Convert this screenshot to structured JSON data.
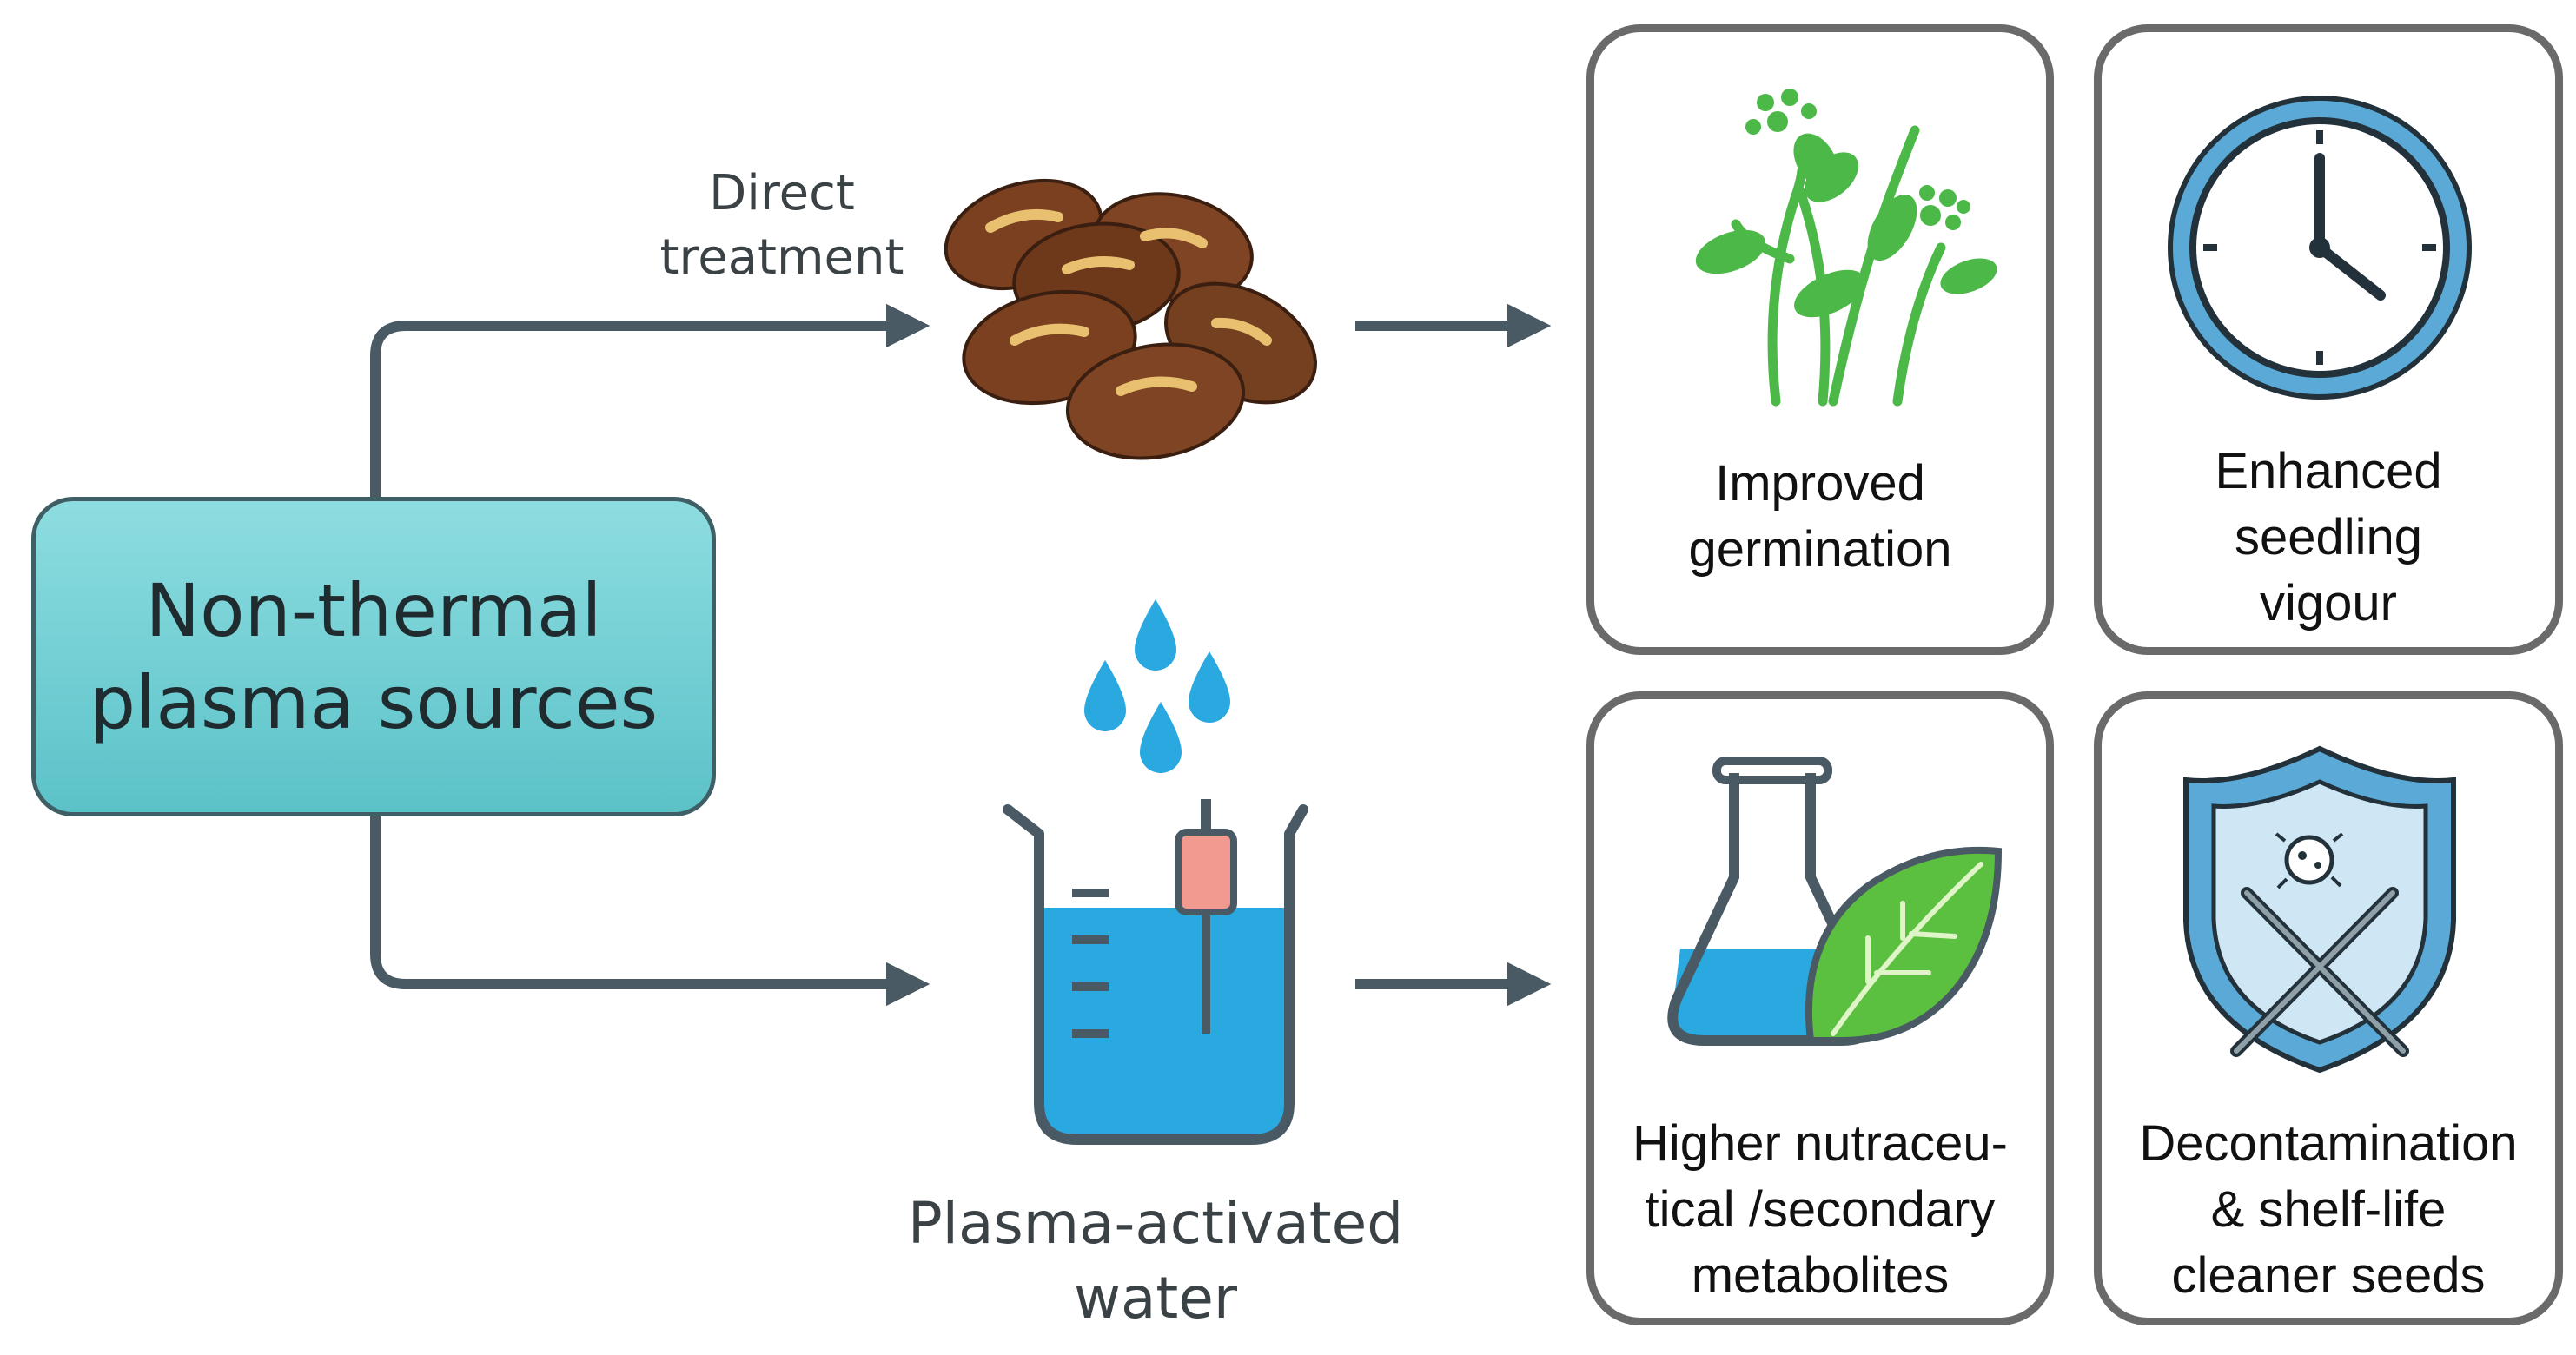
{
  "source": {
    "line1": "Non-thermal",
    "line2": "plasma sources"
  },
  "paths": {
    "direct": {
      "line1": "Direct",
      "line2": "treatment"
    },
    "water": {
      "line1": "Plasma-activated",
      "line2": "water"
    }
  },
  "outcomes": [
    {
      "lines": [
        "Improved",
        "germination"
      ],
      "icon": "sprout-icon"
    },
    {
      "lines": [
        "Enhanced",
        "seedling",
        "vigour"
      ],
      "icon": "clock-icon"
    },
    {
      "lines": [
        "Higher nutraceu-",
        "tical /secondary",
        "metabolites"
      ],
      "icon": "flask-leaf-icon"
    },
    {
      "lines": [
        "Decontamination",
        "& shelf-life",
        "cleaner seeds"
      ],
      "icon": "shield-microbe-icon"
    }
  ],
  "colors": {
    "source_fill": "#6fcdd2",
    "arrow": "#4a5a64",
    "card_border": "#6a6a6a",
    "seed": "#7a4020",
    "plant_green": "#4cb848",
    "clock_blue": "#5aa9d6",
    "water_blue": "#2aa8e0"
  }
}
